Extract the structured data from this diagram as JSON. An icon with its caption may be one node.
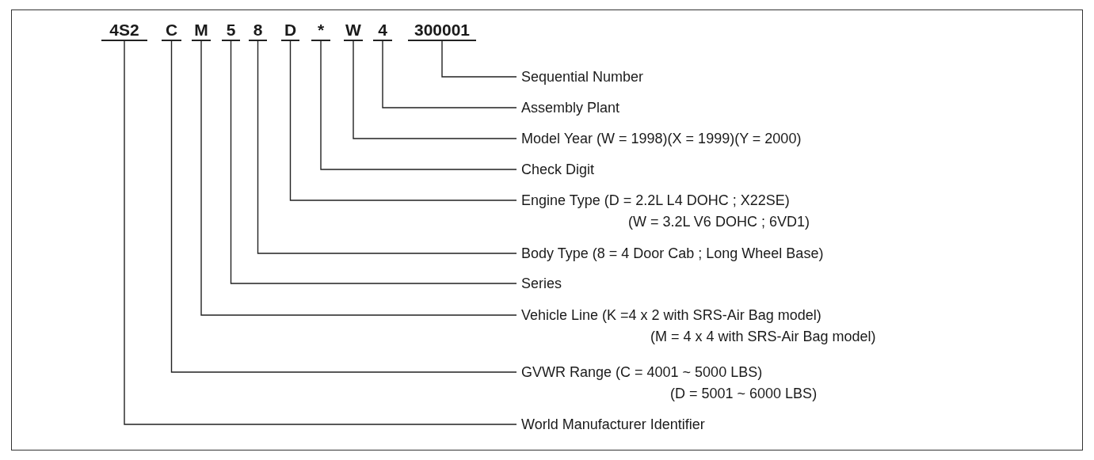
{
  "diagram": {
    "nodes": [
      {
        "text": [
          "4S2"
        ]
      },
      {
        "text": [
          "C"
        ]
      },
      {
        "text": [
          "M"
        ]
      },
      {
        "text": [
          "5"
        ]
      },
      {
        "text": [
          "8"
        ]
      },
      {
        "text": [
          "D"
        ]
      },
      {
        "text": [
          "*"
        ]
      },
      {
        "text": [
          "W"
        ]
      },
      {
        "text": [
          "4"
        ]
      },
      {
        "text": [
          "300001"
        ]
      },
      {
        "text": [
          "Sequential Number"
        ]
      },
      {
        "text": [
          "Assembly Plant"
        ]
      },
      {
        "text": [
          "Model Year (W = 1998)(X = 1999)(Y = 2000)"
        ]
      },
      {
        "text": [
          "Check Digit"
        ]
      },
      {
        "text": [
          "Engine Type (D = 2.2L L4 DOHC ; X22SE)",
          "(W = 3.2L V6 DOHC ; 6VD1)"
        ]
      },
      {
        "text": [
          "Body Type (8 = 4 Door Cab ; Long Wheel Base)"
        ]
      },
      {
        "text": [
          "Series"
        ]
      },
      {
        "text": [
          "Vehicle Line (K =4 x 2 with SRS-Air Bag model)",
          "(M = 4 x 4 with SRS-Air Bag model)"
        ]
      },
      {
        "text": [
          "GVWR Range (C = 4001 ~ 5000 LBS)",
          "(D = 5001 ~ 6000 LBS)"
        ]
      },
      {
        "text": [
          "World Manufacturer Identifier"
        ]
      }
    ],
    "edges": [
      {
        "from": 9,
        "to": 10,
        "arrow": "none"
      },
      {
        "from": 8,
        "to": 11,
        "arrow": "none"
      },
      {
        "from": 7,
        "to": 12,
        "arrow": "none"
      },
      {
        "from": 6,
        "to": 13,
        "arrow": "none"
      },
      {
        "from": 5,
        "to": 14,
        "arrow": "none"
      },
      {
        "from": 4,
        "to": 15,
        "arrow": "none"
      },
      {
        "from": 3,
        "to": 16,
        "arrow": "none"
      },
      {
        "from": 2,
        "to": 17,
        "arrow": "none"
      },
      {
        "from": 1,
        "to": 18,
        "arrow": "none"
      },
      {
        "from": 0,
        "to": 19,
        "arrow": "none"
      }
    ]
  }
}
